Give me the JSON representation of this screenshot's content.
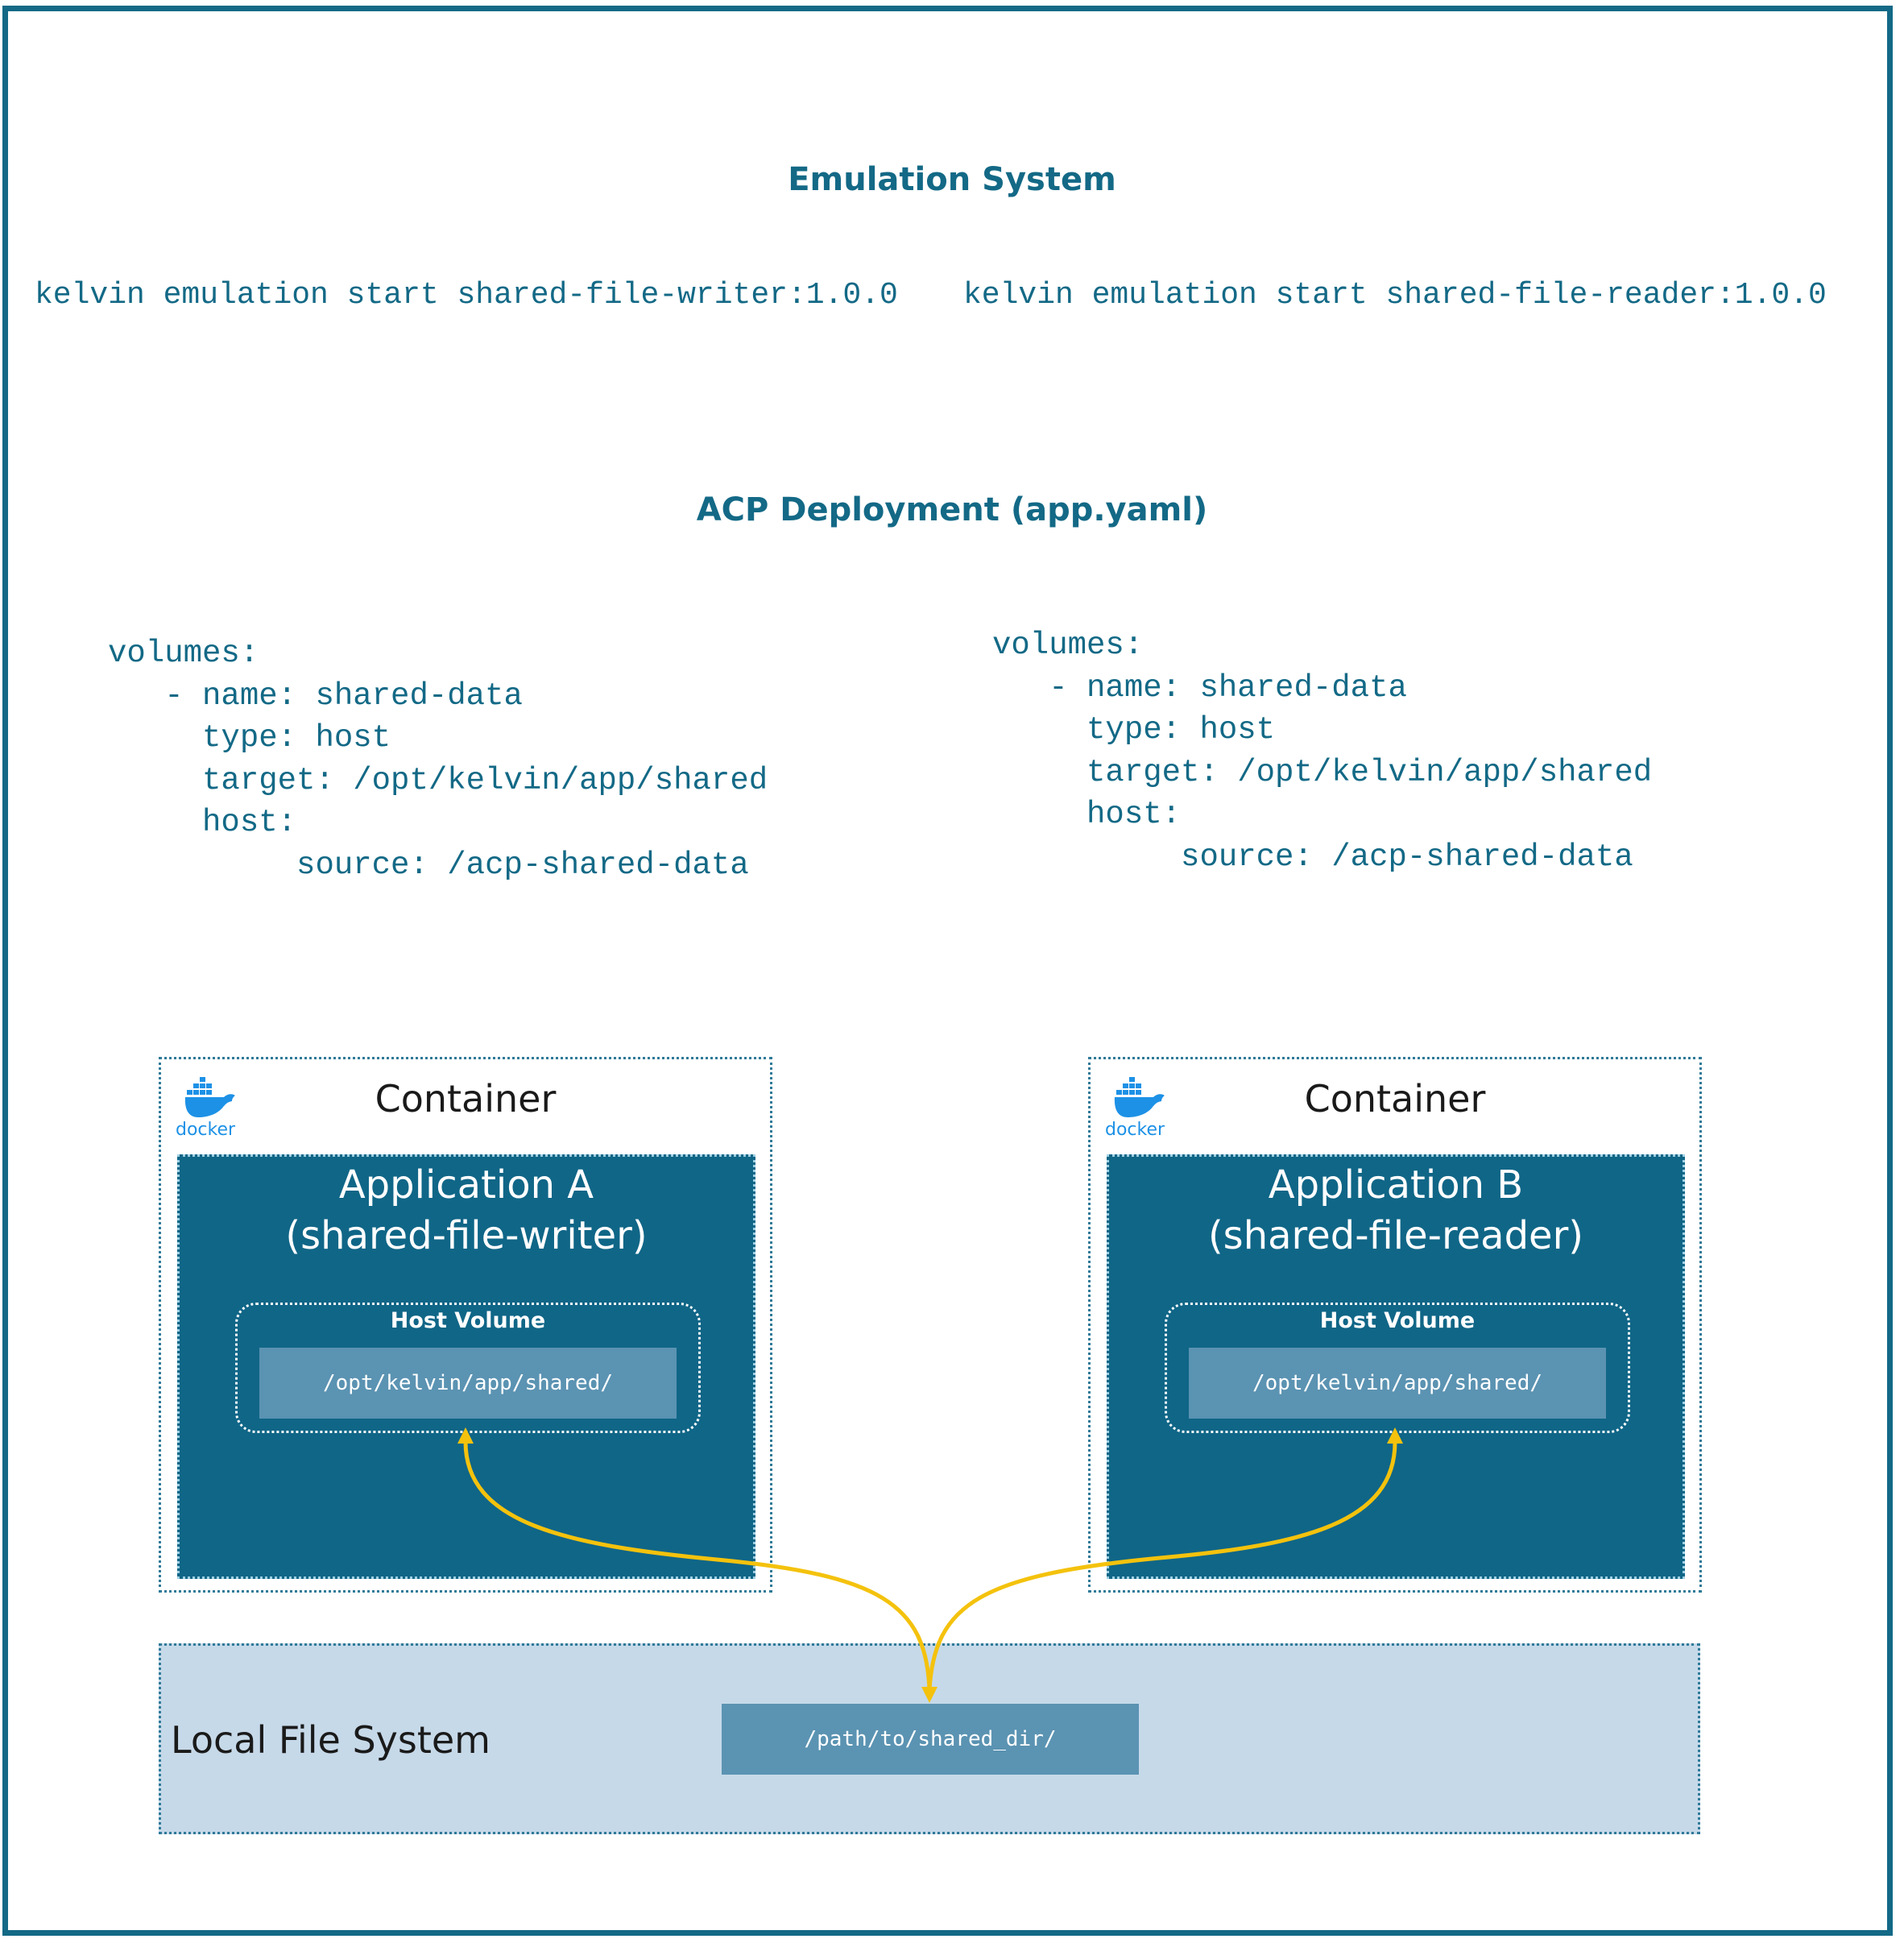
{
  "emulation": {
    "title": "Emulation System",
    "writer_command": "kelvin emulation start shared-file-writer:1.0.0",
    "reader_command": "kelvin emulation start shared-file-reader:1.0.0"
  },
  "deployment": {
    "title": "ACP Deployment (app.yaml)",
    "yaml_left": [
      "volumes:",
      "   - name: shared-data",
      "     type: host",
      "     target: /opt/kelvin/app/shared",
      "     host:",
      "          source: /acp-shared-data"
    ],
    "yaml_right": [
      "volumes:",
      "   - name: shared-data",
      "     type: host",
      "     target: /opt/kelvin/app/shared",
      "     host:",
      "          source: /acp-shared-data"
    ]
  },
  "containers": [
    {
      "label": "Container",
      "logo_text": "docker",
      "app_title_line1": "Application A",
      "app_title_line2": "(shared-file-writer)",
      "volume_label": "Host Volume",
      "volume_path": "/opt/kelvin/app/shared/"
    },
    {
      "label": "Container",
      "logo_text": "docker",
      "app_title_line1": "Application B",
      "app_title_line2": "(shared-file-reader)",
      "volume_label": "Host Volume",
      "volume_path": "/opt/kelvin/app/shared/"
    }
  ],
  "local_fs": {
    "label": "Local File System",
    "path": "/path/to/shared_dir/"
  },
  "colors": {
    "primary": "#136986",
    "app_fill": "#106687",
    "path_fill": "#5b93b2",
    "local_fs_fill": "#c6d9e9",
    "arrow": "#f4c20d",
    "docker_blue": "#1d91e6"
  }
}
